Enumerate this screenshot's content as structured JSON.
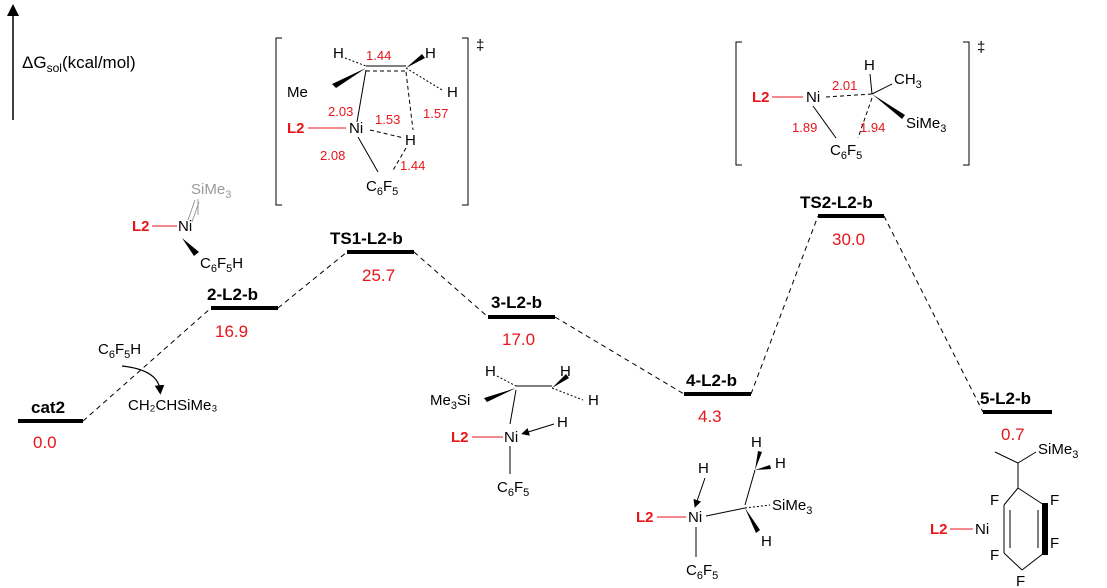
{
  "axis": {
    "label": "ΔG",
    "label_sub": "sol",
    "label_unit": "(kcal/mol)"
  },
  "reagent": {
    "add": "C",
    "add_sub1": "6",
    "add_mid": "F",
    "add_sub2": "5",
    "add_tail": "H",
    "release": "CH₂CHSiMe₃"
  },
  "dagger": "‡",
  "levels": [
    {
      "label": "cat2",
      "energy": "0.0"
    },
    {
      "label": "2-L2-b",
      "energy": "16.9"
    },
    {
      "label": "TS1-L2-b",
      "energy": "25.7"
    },
    {
      "label": "3-L2-b",
      "energy": "17.0"
    },
    {
      "label": "4-L2-b",
      "energy": "4.3"
    },
    {
      "label": "TS2-L2-b",
      "energy": "30.0"
    },
    {
      "label": "5-L2-b",
      "energy": "0.7"
    }
  ],
  "atoms": {
    "L2": "L2",
    "Ni": "Ni",
    "H": "H",
    "F": "F",
    "SiMe3": "SiMe",
    "Me3Si": "Me",
    "C": "C",
    "CH3": "CH"
  },
  "ts1": {
    "d1": "1.44",
    "d2": "2.03",
    "d3": "1.53",
    "d4": "1.57",
    "d5": "2.08",
    "d6": "1.44"
  },
  "ts2": {
    "d1": "2.01",
    "d2": "1.89",
    "d3": "1.94"
  }
}
